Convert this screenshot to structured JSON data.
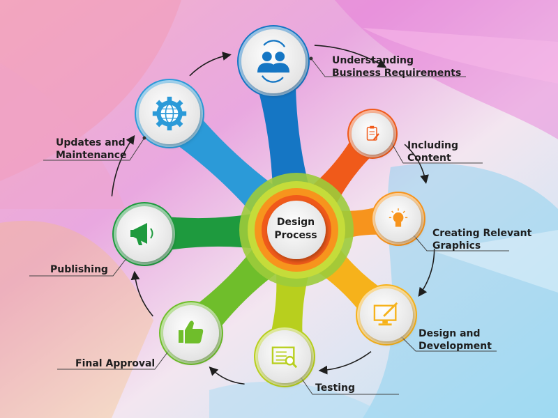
{
  "center": {
    "line1": "Design",
    "line2": "Process"
  },
  "steps": [
    {
      "line1": "Understanding",
      "line2": "Business Requirements",
      "icon": "users-sync-icon",
      "color": "#1576c4"
    },
    {
      "line1": "Including",
      "line2": "Content",
      "icon": "clipboard-pen-icon",
      "color": "#f05a1a"
    },
    {
      "line1": "Creating Relevant",
      "line2": "Graphics",
      "icon": "lightbulb-icon",
      "color": "#f7941d"
    },
    {
      "line1": "Design and",
      "line2": "Development",
      "icon": "monitor-pen-icon",
      "color": "#f6b21b"
    },
    {
      "line1": "Testing",
      "line2": "",
      "icon": "document-search-icon",
      "color": "#b8cf1e"
    },
    {
      "line1": "Final Approval",
      "line2": "",
      "icon": "thumbs-up-icon",
      "color": "#6fbe2b"
    },
    {
      "line1": "Publishing",
      "line2": "",
      "icon": "megaphone-icon",
      "color": "#1e9a3e"
    },
    {
      "line1": "Updates and",
      "line2": "Maintenance",
      "icon": "globe-gear-icon",
      "color": "#2b9ad8"
    }
  ]
}
